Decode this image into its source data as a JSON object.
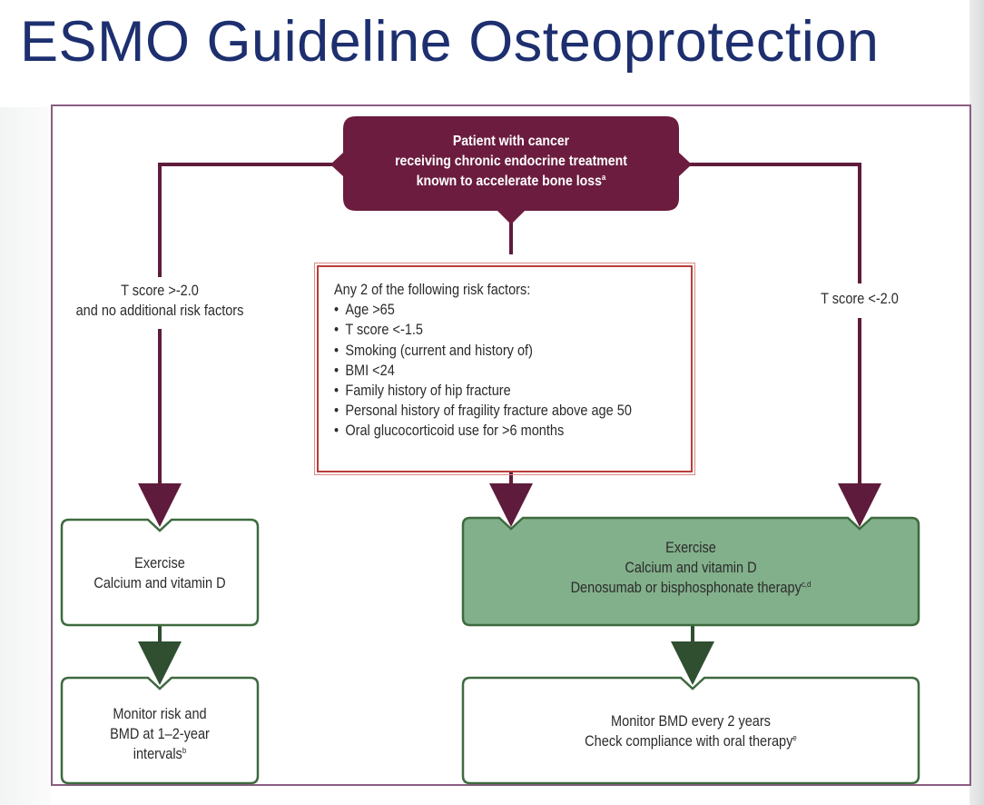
{
  "slide": {
    "title": "ESMO Guideline Osteoprotection"
  },
  "flowchart": {
    "top_box": {
      "line1": "Patient with cancer",
      "line2": "receiving chronic endocrine treatment",
      "line3": "known to accelerate bone loss",
      "footnote": "a"
    },
    "left_label": {
      "line1": "T score >-2.0",
      "line2": "and no additional risk factors"
    },
    "right_label": {
      "line1": "T score <-2.0"
    },
    "risk_box": {
      "heading": "Any 2 of the following risk factors:",
      "items": [
        "Age >65",
        "T score <-1.5",
        "Smoking (current and history of)",
        "BMI <24",
        "Family history of hip fracture",
        "Personal history of fragility fracture above age 50",
        "Oral glucocorticoid use for >6 months"
      ]
    },
    "left_action": {
      "line1": "Exercise",
      "line2": "Calcium and vitamin D"
    },
    "right_action": {
      "line1": "Exercise",
      "line2": "Calcium and vitamin D",
      "line3": "Denosumab or bisphosphonate therapy",
      "footnote": "c,d"
    },
    "left_monitor": {
      "line1": "Monitor risk and",
      "line2": "BMD at 1–2-year",
      "line3": "intervals",
      "footnote": "b"
    },
    "right_monitor": {
      "line1": "Monitor BMD every 2 years",
      "line2": "Check compliance with oral therapy",
      "footnote": "e"
    }
  },
  "colors": {
    "title": "#1d2f6f",
    "top_box_fill": "#6b1c3f",
    "frame_border": "#8a5d82",
    "risk_box_border": "#b93e3a",
    "green_box_fill": "#82b08b",
    "green_border": "#3e6a3f",
    "arrow_maroon": "#5e1b3b",
    "arrow_green": "#2f4f30"
  }
}
